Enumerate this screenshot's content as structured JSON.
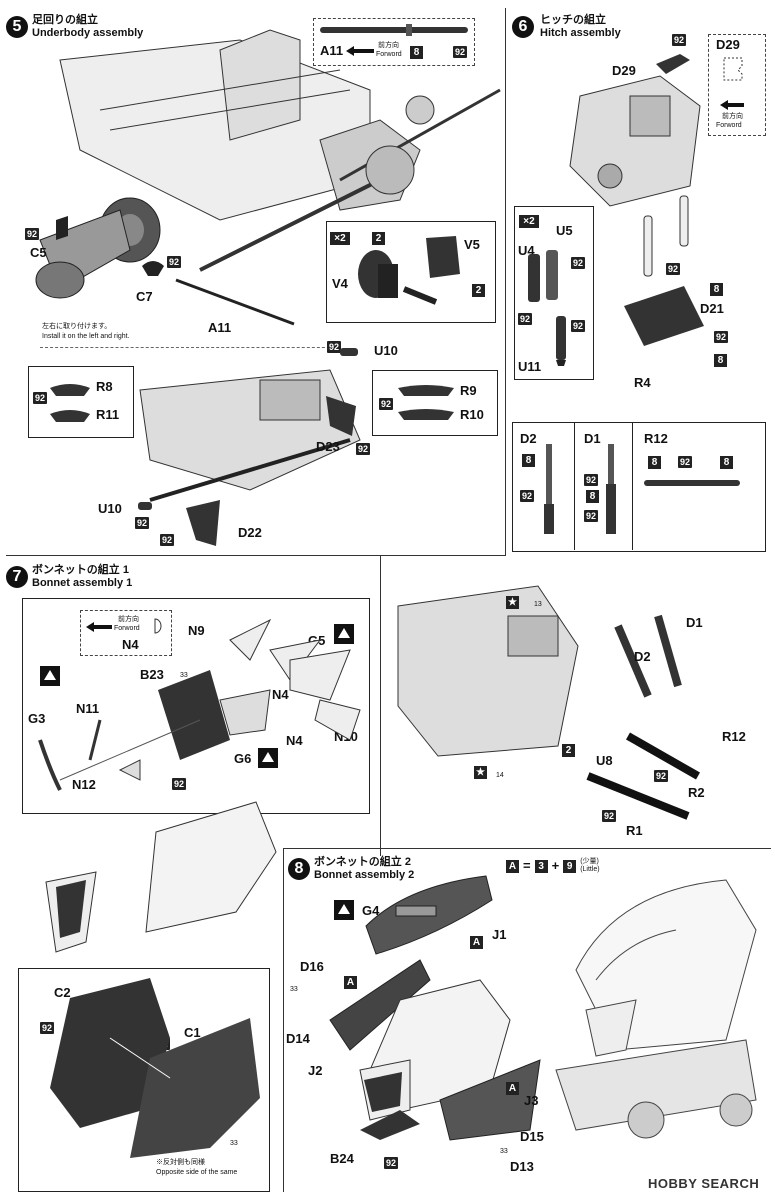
{
  "step5": {
    "number": "5",
    "title_ja": "足回りの組立",
    "title_en": "Underbody assembly",
    "labels": {
      "a11_top": "A11",
      "a11_bottom": "A11",
      "c5": "C5",
      "c7": "C7",
      "u10_top": "U10",
      "u10_bottom": "U10",
      "r8": "R8",
      "r11": "R11",
      "r9": "R9",
      "r10": "R10",
      "d23": "D23",
      "d22": "D22",
      "v4": "V4",
      "v5": "V5"
    },
    "forward_ja": "前方向",
    "forward_en": "Forword",
    "multiplier": "×2",
    "note_ja": "左右に取り付けます。",
    "note_en": "Install it on the left and right.",
    "badges": {
      "b92": "92",
      "b8": "8",
      "b2": "2"
    }
  },
  "step6": {
    "number": "6",
    "title_ja": "ヒッチの組立",
    "title_en": "Hitch assembly",
    "labels": {
      "d29": "D29",
      "d29_box": "D29",
      "u4": "U4",
      "u5": "U5",
      "u11": "U11",
      "d21": "D21",
      "r4": "R4",
      "d2": "D2",
      "d1": "D1",
      "r12": "R12",
      "d1_b": "D1",
      "d2_b": "D2",
      "r12_b": "R12",
      "r2": "R2",
      "r1": "R1",
      "u8": "U8"
    },
    "forward_ja": "前方向",
    "forward_en": "Forword",
    "multiplier": "×2",
    "star13": "13",
    "star14": "14"
  },
  "step7": {
    "number": "7",
    "title_ja": "ボンネットの組立 1",
    "title_en": "Bonnet assembly 1",
    "forward_ja": "前方向",
    "forward_en": "Forword",
    "labels": {
      "n4_box": "N4",
      "n9": "N9",
      "g5": "G5",
      "b23": "B23",
      "n11": "N11",
      "n4_a": "N4",
      "n4_b": "N4",
      "n10": "N10",
      "g3": "G3",
      "g6": "G6",
      "n12": "N12",
      "c2": "C2",
      "c1": "C1"
    },
    "note_ja": "※反対側も同様",
    "note_en": "Opposite side of the same",
    "b33": "33"
  },
  "step8": {
    "number": "8",
    "title_ja": "ボンネットの組立 2",
    "title_en": "Bonnet assembly 2",
    "formula": {
      "a": "A",
      "eq": "=",
      "x": "3",
      "plus": "+",
      "y": "9",
      "small_ja": "(少量)",
      "small_en": "(Little)"
    },
    "labels": {
      "g4": "G4",
      "j1": "J1",
      "d16": "D16",
      "d14": "D14",
      "j2": "J2",
      "j3": "J3",
      "d15": "D15",
      "d13": "D13",
      "b24": "B24",
      "a1": "A",
      "a2": "A",
      "a3": "A"
    }
  },
  "watermark": "HOBBY SEARCH"
}
